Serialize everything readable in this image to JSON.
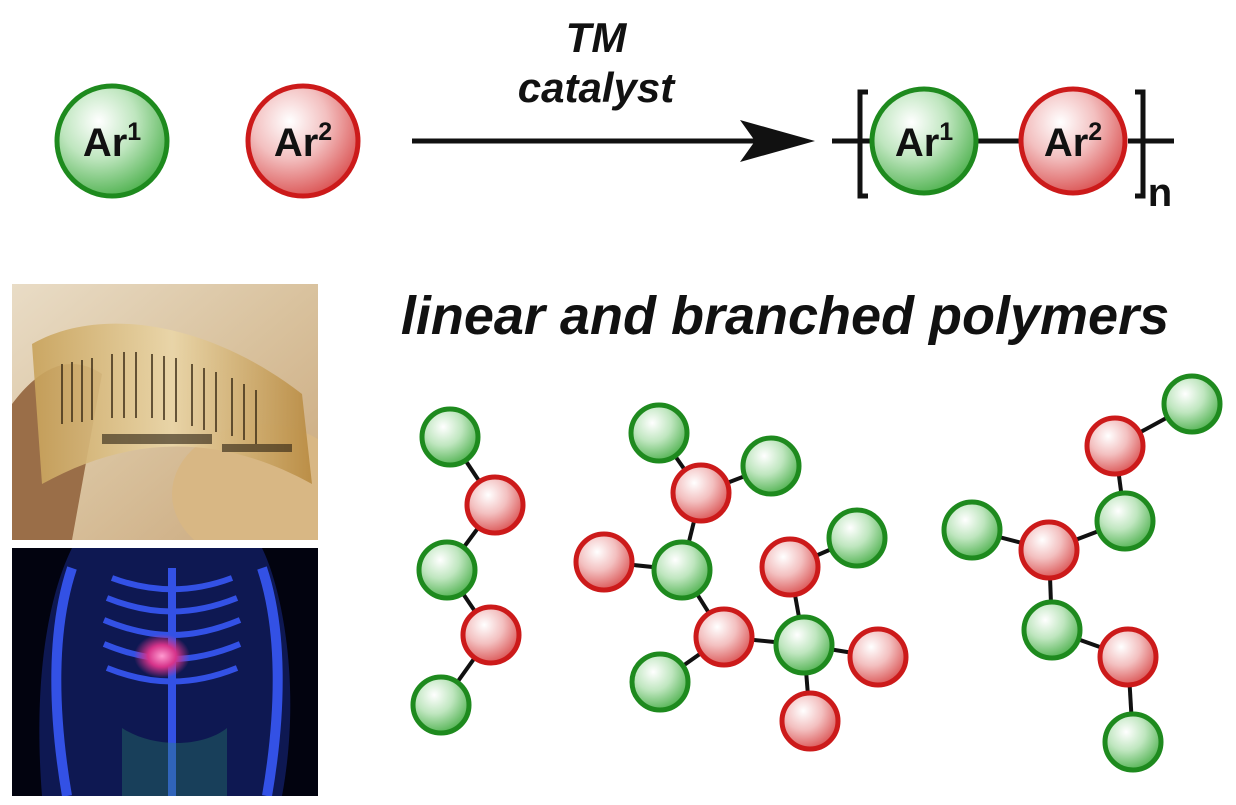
{
  "reaction": {
    "monomer1": {
      "label": "Ar",
      "superscript": "1"
    },
    "monomer2": {
      "label": "Ar",
      "superscript": "2"
    },
    "arrow_label_line1": "TM",
    "arrow_label_line2": "catalyst",
    "product": {
      "unit1": {
        "label": "Ar",
        "superscript": "1"
      },
      "unit2": {
        "label": "Ar",
        "superscript": "2"
      },
      "subscript": "n"
    }
  },
  "heading": "linear and branched polymers",
  "colors": {
    "green_ring": "#1e8a1e",
    "green_fill": "#4cb84c",
    "red_ring": "#cc1a1a",
    "red_fill": "#e05555",
    "bond": "#111111"
  },
  "images": [
    {
      "name": "flexible-circuit-photo"
    },
    {
      "name": "xray-body-scan-image"
    }
  ]
}
